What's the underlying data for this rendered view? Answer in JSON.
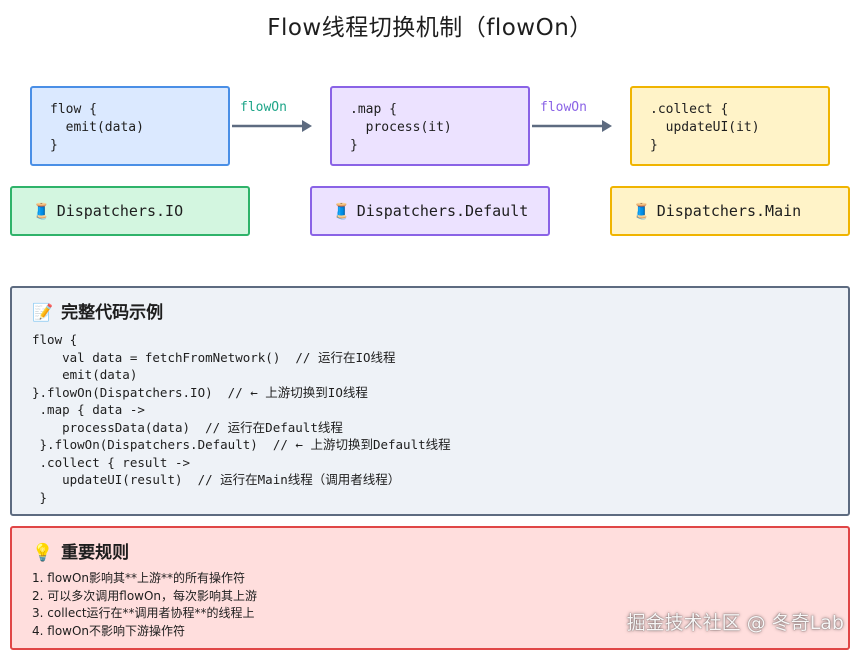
{
  "title": "Flow线程切换机制（flowOn）",
  "stages": [
    {
      "code": "flow {\n  emit(data)\n}",
      "dispatcher": "Dispatchers.IO"
    },
    {
      "code": ".map {\n  process(it)\n}",
      "dispatcher": "Dispatchers.Default"
    },
    {
      "code": ".collect {\n  updateUI(it)\n}",
      "dispatcher": "Dispatchers.Main"
    }
  ],
  "arrow_labels": [
    "flowOn",
    "flowOn"
  ],
  "thread_icon": "🧵",
  "code_panel": {
    "icon": "📝",
    "heading": "完整代码示例",
    "code": "flow {\n    val data = fetchFromNetwork()  // 运行在IO线程\n    emit(data)\n}.flowOn(Dispatchers.IO)  // ← 上游切换到IO线程\n .map { data ->\n    processData(data)  // 运行在Default线程\n }.flowOn(Dispatchers.Default)  // ← 上游切换到Default线程\n .collect { result ->\n    updateUI(result)  // 运行在Main线程（调用者线程）\n }"
  },
  "rules_panel": {
    "icon": "💡",
    "heading": "重要规则",
    "items": [
      "1. flowOn影响其**上游**的所有操作符",
      "2. 可以多次调用flowOn，每次影响其上游",
      "3. collect运行在**调用者协程**的线程上",
      "4. flowOn不影响下游操作符"
    ]
  },
  "watermark": "掘金技术社区 @ 冬奇Lab",
  "colors": {
    "blue": "#4a8fe6",
    "purple": "#8a63e6",
    "yellow": "#f0b400",
    "green": "#2fb36a",
    "red": "#e04646",
    "slate": "#5d6b80"
  }
}
